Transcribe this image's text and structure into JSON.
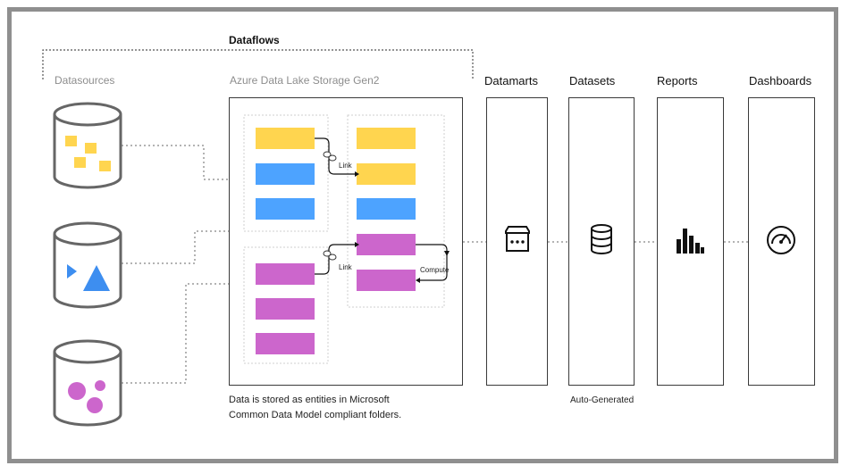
{
  "diagram": {
    "dataflows_label": "Dataflows",
    "datasources_label": "Datasources",
    "storage_label": "Azure Data Lake Storage Gen2",
    "link_label_1": "Link",
    "link_label_2": "Link",
    "compute_label": "Compute",
    "storage_caption_line1": "Data is stored as entities in Microsoft",
    "storage_caption_line2": "Common Data Model compliant folders.",
    "columns": {
      "datamarts": "Datamarts",
      "datasets": "Datasets",
      "reports": "Reports",
      "dashboards": "Dashboards"
    },
    "auto_generated": "Auto-Generated",
    "icons": {
      "datamart": "store-icon",
      "dataset": "database-icon",
      "report": "bar-chart-icon",
      "dashboard": "gauge-icon"
    },
    "colors": {
      "yellow": "#ffd54f",
      "blue": "#4da3ff",
      "magenta": "#cc66cc",
      "triangle_blue": "#3d8ef0",
      "border": "#3a3a3a",
      "dotted": "#9a9a9a"
    }
  }
}
